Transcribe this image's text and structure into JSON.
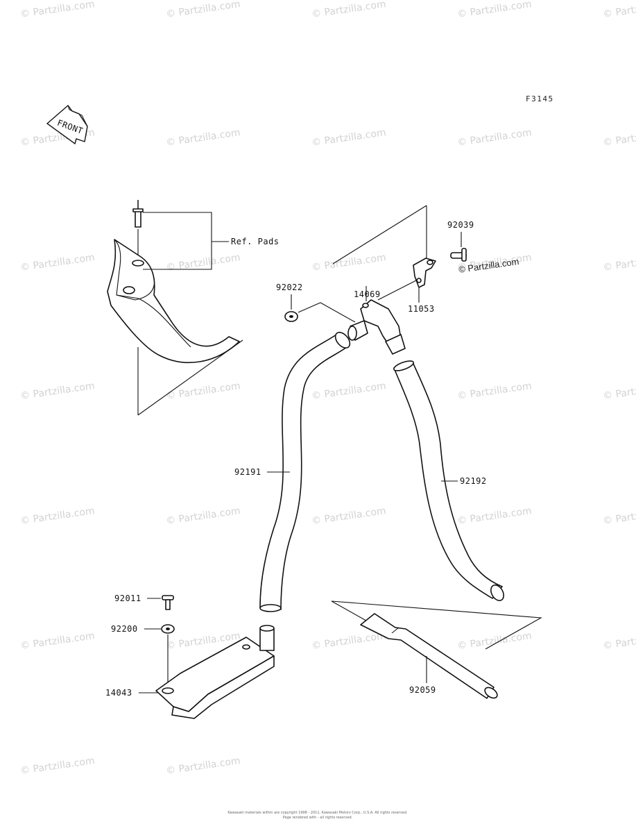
{
  "figure_code": "F3145",
  "front_arrow_text": "FRONT",
  "watermarks": [
    "© Partzilla.com",
    "© Partzilla.com",
    "© Partzilla.com",
    "© Partzilla.com",
    "© Partzilla.com",
    "© Partzilla.com",
    "© Partzilla.com",
    "© Partzilla.com",
    "© Partzilla.com",
    "© Partzilla.com",
    "© Partzilla.com",
    "© Partzilla.com",
    "© Partzilla.com",
    "© Partzilla.com",
    "© Partzilla.com",
    "© Partzilla.com",
    "© Partzilla.com",
    "© Partzilla.com",
    "© Partzilla.com",
    "© Partzilla.com",
    "© Partzilla.com",
    "© Partzilla.com",
    "© Partzilla.com",
    "© Partzilla.com",
    "© Partzilla.com",
    "© Partzilla.com",
    "© Partzilla.com",
    "© Partzilla.com",
    "© Partzilla.com",
    "© Partzilla.com",
    "© Partzilla.com",
    "© Partzilla.com"
  ],
  "prominent_watermark": "© Partzilla.com",
  "callouts": {
    "ref_pads": "Ref. Pads",
    "p92039": "92039",
    "p92022": "92022",
    "p14069": "14069",
    "p11053": "11053",
    "p92191": "92191",
    "p92192": "92192",
    "p92011": "92011",
    "p92200": "92200",
    "p14043": "14043",
    "p92059": "92059"
  },
  "copyright_line1": "Kawasaki materials within are copyright 1998 - 2011, Kawasaki Motors Corp., U.S.A. All rights reserved.",
  "copyright_line2": "Page rendered with - all rights reserved."
}
